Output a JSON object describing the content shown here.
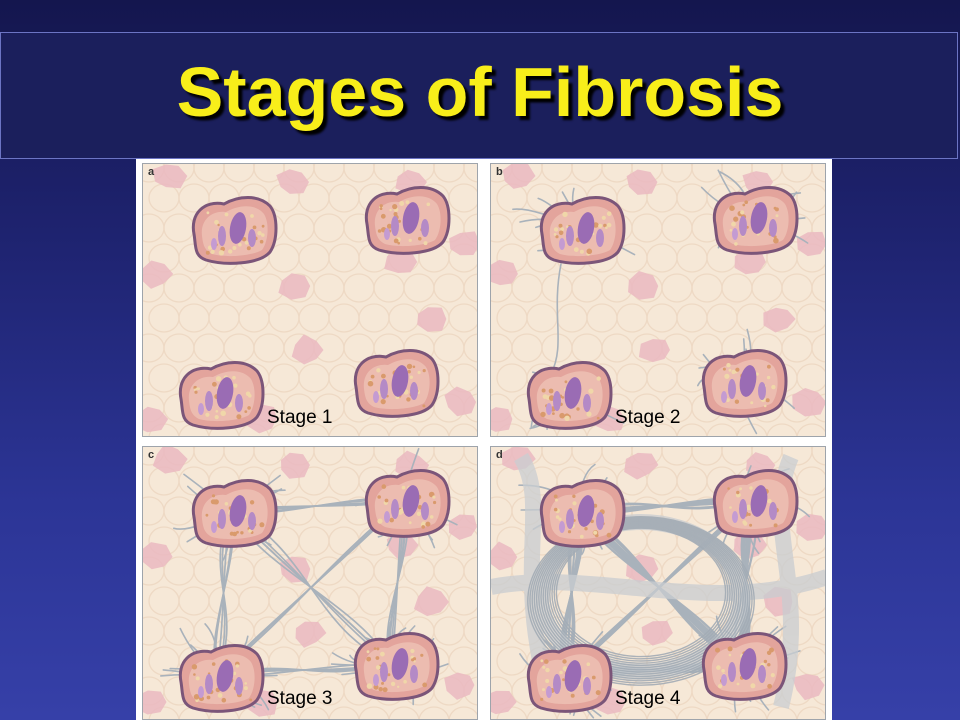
{
  "slide": {
    "title": "Stages of Fibrosis"
  },
  "figure": {
    "panels": [
      {
        "letter": "a",
        "stage_label": "Stage 1",
        "fibers": "none"
      },
      {
        "letter": "b",
        "stage_label": "Stage 2",
        "fibers": "sparse"
      },
      {
        "letter": "c",
        "stage_label": "Stage 3",
        "fibers": "bridging"
      },
      {
        "letter": "d",
        "stage_label": "Stage 4",
        "fibers": "dense-bands"
      }
    ]
  },
  "colors": {
    "background": "#1f2472",
    "title_text": "#f8ee1a",
    "tissue": "#f6e8d7",
    "cell_membrane": "#7b5579",
    "cell_body": "#e3a49c",
    "nucleus": "#9a6cb4",
    "fiber": "#a9b2bb",
    "erythrocyte": "#eab8c1"
  }
}
